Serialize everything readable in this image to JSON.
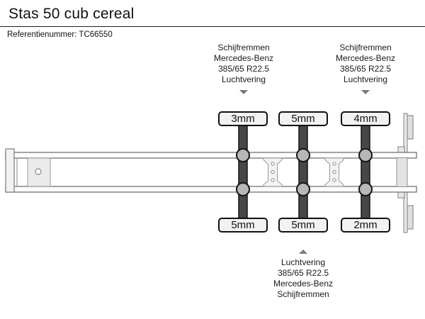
{
  "header": {
    "title": "Stas 50 cub cereal",
    "reference_label": "Referentienummer: TC66550"
  },
  "annotations": {
    "top_left": {
      "lines": [
        "Schijfremmen",
        "Mercedes-Benz",
        "385/65 R22.5",
        "Luchtvering"
      ],
      "arrow": "arrow-down-icon"
    },
    "top_right": {
      "lines": [
        "Schijfremmen",
        "Mercedes-Benz",
        "385/65 R22.5",
        "Luchtvering"
      ],
      "arrow": "arrow-down-icon"
    },
    "bottom": {
      "lines": [
        "Luchtvering",
        "385/65 R22.5",
        "Mercedes-Benz",
        "Schijfremmen"
      ],
      "arrow": "arrow-up-icon"
    }
  },
  "axles": [
    {
      "top_value": "3mm",
      "bottom_value": "5mm"
    },
    {
      "top_value": "5mm",
      "bottom_value": "5mm"
    },
    {
      "top_value": "4mm",
      "bottom_value": "2mm"
    }
  ],
  "colors": {
    "background": "#ffffff",
    "text": "#111111",
    "badge_background": "#f2f2f2",
    "badge_border": "#111111",
    "axle_bar": "#474747",
    "hub_fill": "#b7b7b7",
    "chassis_outline": "#7d7d7d",
    "arrow": "#7a7a7a"
  }
}
